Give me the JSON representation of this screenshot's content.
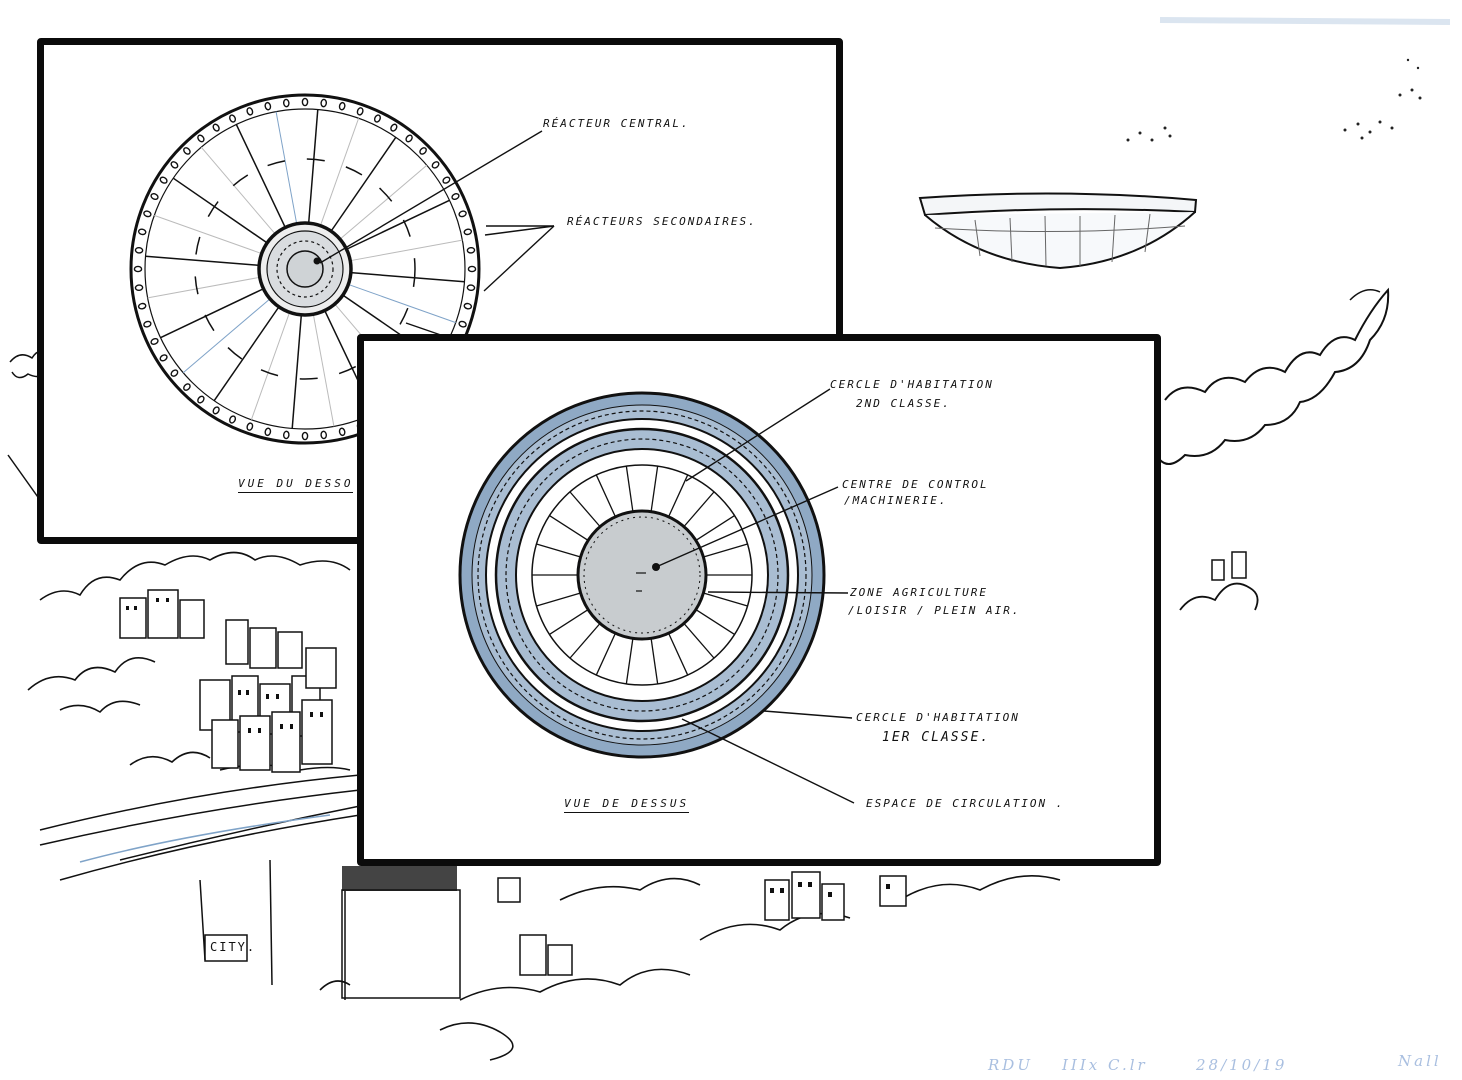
{
  "sheet_bottom": {
    "city_sign": "CITY.",
    "footer_left": "RDU",
    "footer_mid": "IIIx C.lr",
    "footer_date": "28/10/19",
    "footer_signature": "Nall"
  },
  "card_underside": {
    "caption": "VUE DU DESSO",
    "labels": {
      "central_reactor": "RÉACTEUR CENTRAL.",
      "secondary_reactors": "RÉACTEURS SECONDAIRES."
    }
  },
  "card_top_view": {
    "caption": "VUE DE DESSUS",
    "labels": {
      "habitation_2nd_line1": "CERCLE D'HABITATION",
      "habitation_2nd_line2": "2ND CLASSE.",
      "control_line1": "CENTRE DE CONTROL",
      "control_line2": "/MACHINERIE.",
      "agri_line1": "ZONE AGRICULTURE",
      "agri_line2": "/LOISIR / PLEIN AIR.",
      "habitation_1st_line1": "CERCLE D'HABITATION",
      "habitation_1st_line2": "1ER CLASSE.",
      "circulation": "ESPACE DE CIRCULATION ."
    }
  },
  "colors": {
    "ink": "#111111",
    "blue_wash": "#8fa9c4",
    "light_blue": "#c9d7e4",
    "grey_core": "#c8cccf"
  }
}
